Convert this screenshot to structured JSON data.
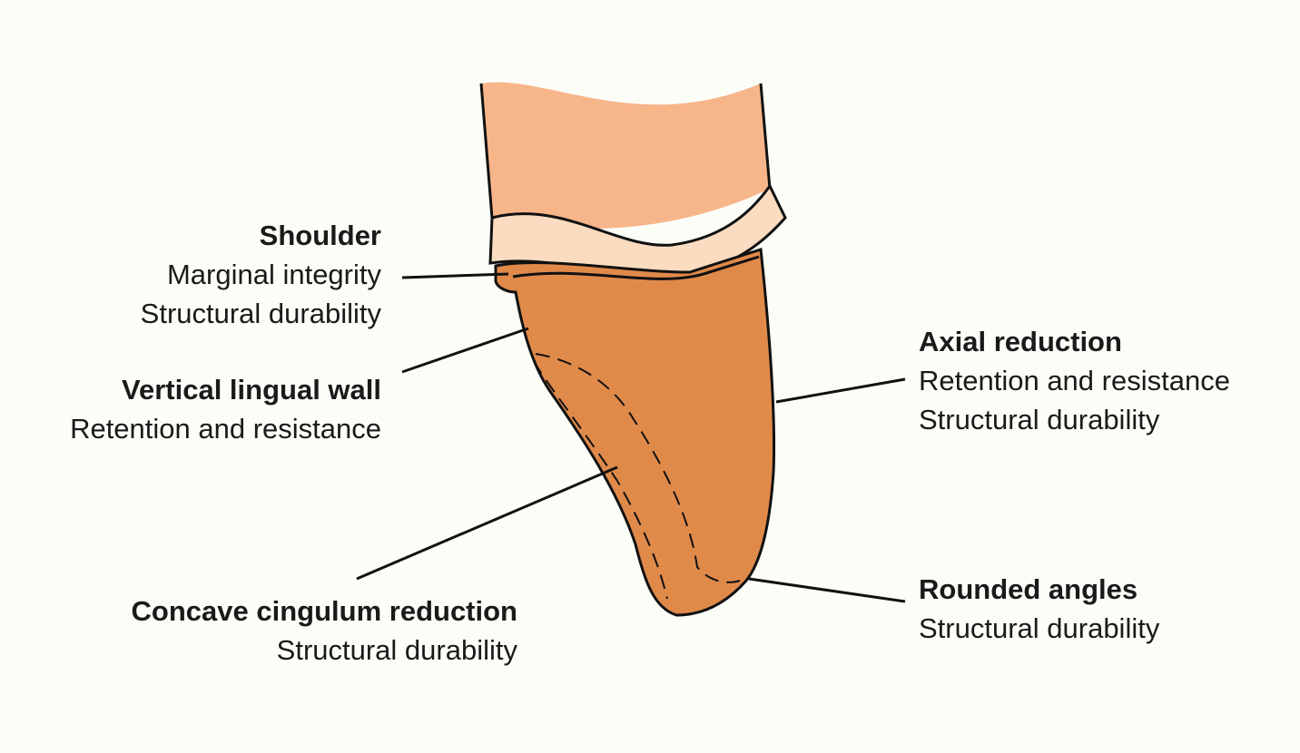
{
  "colors": {
    "background": "#fdfdf8",
    "root": "#f7b58a",
    "band": "#fbdcc0",
    "preparation": "#e08a4a",
    "outline": "#111111"
  },
  "labels": {
    "shoulder": {
      "title": "Shoulder",
      "lines": [
        "Marginal integrity",
        "Structural durability"
      ]
    },
    "vertical_lingual_wall": {
      "title": "Vertical lingual wall",
      "lines": [
        "Retention and resistance"
      ]
    },
    "concave_cingulum": {
      "title": "Concave cingulum reduction",
      "lines": [
        "Structural durability"
      ]
    },
    "axial_reduction": {
      "title": "Axial reduction",
      "lines": [
        "Retention and resistance",
        "Structural durability"
      ]
    },
    "rounded_angles": {
      "title": "Rounded angles",
      "lines": [
        "Structural durability"
      ]
    }
  }
}
